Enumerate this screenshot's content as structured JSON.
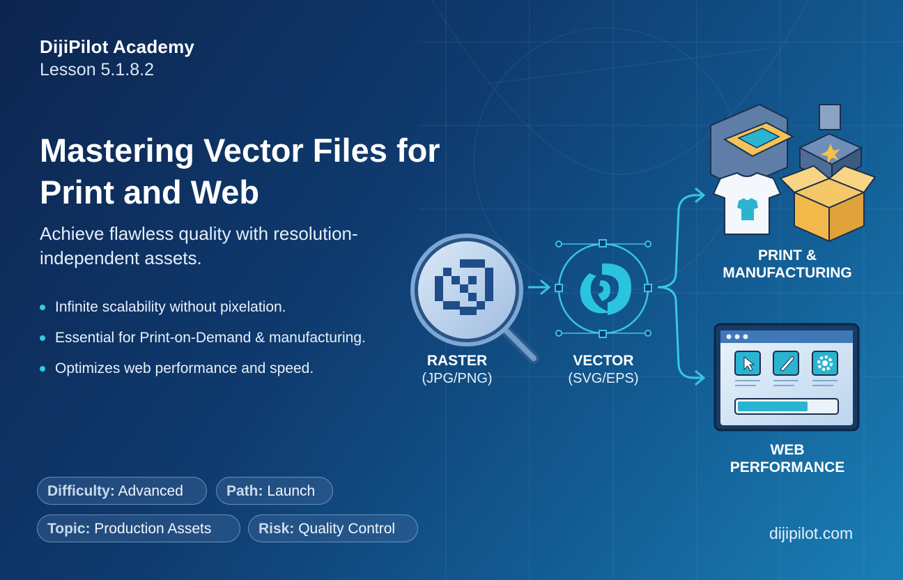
{
  "header": {
    "academy": "DijiPilot Academy",
    "lesson": "Lesson 5.1.8.2"
  },
  "title": "Mastering Vector Files for Print and Web",
  "subtitle": "Achieve flawless quality with resolution-independent assets.",
  "bullets": [
    "Infinite scalability without pixelation.",
    "Essential for Print-on-Demand & manufacturing.",
    "Optimizes web performance and speed."
  ],
  "badges": [
    {
      "key": "Difficulty:",
      "value": "Advanced"
    },
    {
      "key": "Path:",
      "value": "Launch"
    },
    {
      "key": "Topic:",
      "value": "Production Assets"
    },
    {
      "key": "Risk:",
      "value": "Quality Control"
    }
  ],
  "diagram": {
    "raster_label": "RASTER",
    "raster_formats": "(JPG/PNG)",
    "vector_label": "VECTOR",
    "vector_formats": "(SVG/EPS)",
    "print_label_line1": "PRINT &",
    "print_label_line2": "MANUFACTURING",
    "web_label_line1": "WEB",
    "web_label_line2": "PERFORMANCE"
  },
  "footer": {
    "site": "dijipilot.com"
  },
  "colors": {
    "accent": "#39c6e8",
    "bg_dark": "#0d2550",
    "bg_light": "#1a7fb6"
  }
}
